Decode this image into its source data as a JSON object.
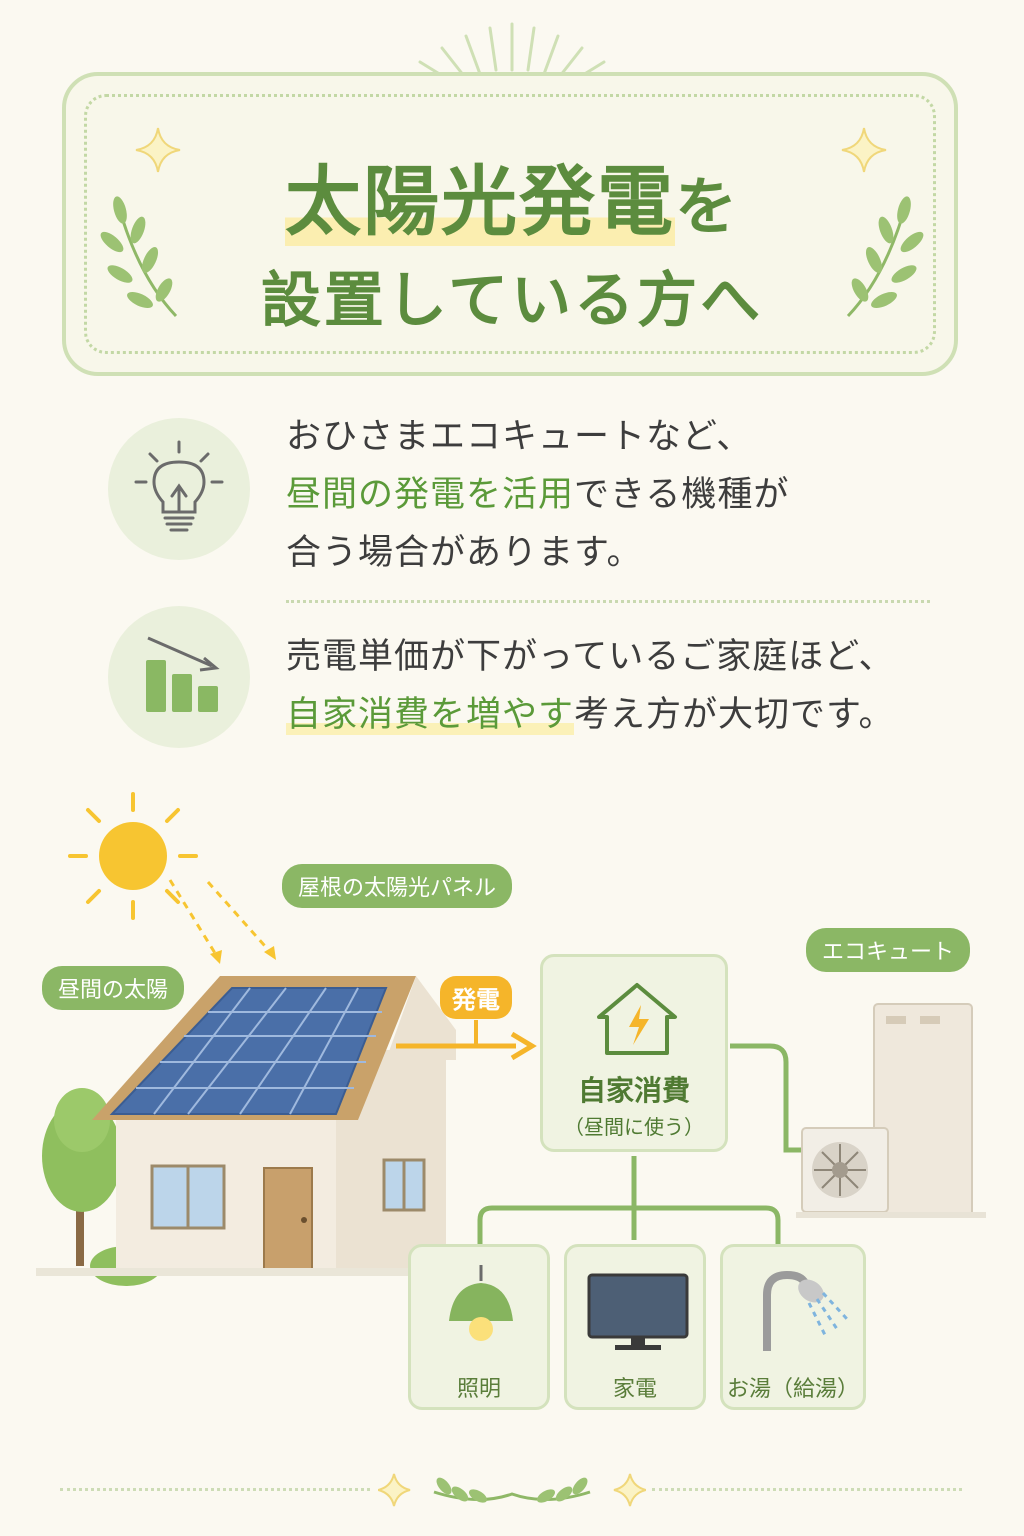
{
  "title": {
    "line1_main": "太陽光発電",
    "line1_suffix": "を",
    "line2": "設置している方へ"
  },
  "info": [
    {
      "icon": "lightbulb-icon",
      "line1": "おひさまエコキュートなど、",
      "line2_green": "昼間の発電を活用",
      "line2_rest": "できる機種が",
      "line3": "合う場合があります。"
    },
    {
      "icon": "bar-chart-down-icon",
      "line1": "売電単価が下がっているご家庭ほど、",
      "line2_green": "自家消費を増やす",
      "line2_rest": "考え方が大切です。"
    }
  ],
  "diagram": {
    "sun_label": "昼間の太陽",
    "panel_label": "屋根の太陽光パネル",
    "power_label": "発電",
    "self_use_title": "自家消費",
    "self_use_sub": "（昼間に使う）",
    "ecocute_label": "エコキュート",
    "uses": [
      "照明",
      "家電",
      "お湯（給湯）"
    ]
  },
  "colors": {
    "accent_green": "#5c8c3e",
    "highlight_yellow": "#fbeeb0",
    "sun_yellow": "#f7c531",
    "panel_blue": "#4a6fa8"
  }
}
